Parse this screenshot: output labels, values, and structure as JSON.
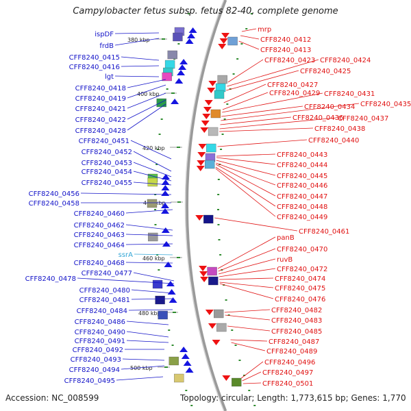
{
  "title": "Campylobacter fetus subsp. fetus 82-40, complete genome",
  "footer": {
    "accession": "Accession: NC_008599",
    "summary": "Topology: circular; Length: 1,773,615 bp; Genes: 1,770"
  },
  "colors": {
    "minus_strand_label": "#1212c8",
    "plus_strand_label": "#e01010",
    "rna_label": "#33a6d6",
    "backbone": "#9a9a9a",
    "tick": "#2e8b2e"
  },
  "ruler_ticks": [
    "380 kbp",
    "400 kbp",
    "420 kbp",
    "440 kbp",
    "460 kbp",
    "480 kbp",
    "500 kbp"
  ],
  "left_labels": [
    "ispDF",
    "frdB",
    "CFF8240_0415",
    "CFF8240_0416",
    "lgt",
    "CFF8240_0418",
    "CFF8240_0419",
    "CFF8240_0421",
    "CFF8240_0422",
    "CFF8240_0428",
    "CFF8240_0451",
    "CFF8240_0452",
    "CFF8240_0453",
    "CFF8240_0454",
    "CFF8240_0455",
    "CFF8240_0456",
    "CFF8240_0458",
    "CFF8240_0460",
    "CFF8240_0462",
    "CFF8240_0463",
    "CFF8240_0464",
    "ssrA",
    "CFF8240_0468",
    "CFF8240_0477",
    "CFF8240_0478",
    "CFF8240_0480",
    "CFF8240_0481",
    "CFF8240_0484",
    "CFF8240_0486",
    "CFF8240_0490",
    "CFF8240_0491",
    "CFF8240_0492",
    "CFF8240_0493",
    "CFF8240_0494",
    "CFF8240_0495"
  ],
  "right_labels": [
    "mrp",
    "CFF8240_0412",
    "CFF8240_0413",
    "CFF8240_0423",
    "CFF8240_0424",
    "CFF8240_0425",
    "CFF8240_0427",
    "CFF8240_0429",
    "CFF8240_0431",
    "CFF8240_0434",
    "CFF8240_0435",
    "CFF8240_0436",
    "CFF8240_0437",
    "CFF8240_0438",
    "CFF8240_0440",
    "CFF8240_0443",
    "CFF8240_0444",
    "CFF8240_0445",
    "CFF8240_0446",
    "CFF8240_0447",
    "CFF8240_0448",
    "CFF8240_0449",
    "CFF8240_0461",
    "panB",
    "CFF8240_0470",
    "ruvB",
    "CFF8240_0472",
    "CFF8240_0474",
    "CFF8240_0475",
    "CFF8240_0476",
    "CFF8240_0482",
    "CFF8240_0483",
    "CFF8240_0485",
    "CFF8240_0487",
    "CFF8240_0489",
    "CFF8240_0496",
    "CFF8240_0497",
    "CFF8240_0501"
  ]
}
